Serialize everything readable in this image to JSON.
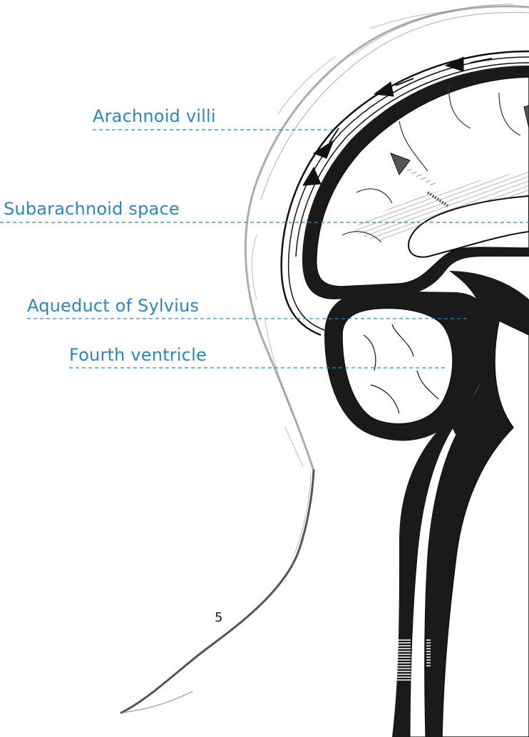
{
  "labels": {
    "arachnoid_villi": "Arachnoid villi",
    "subarachnoid_space": "Subarachnoid space",
    "aqueduct_of_sylvius": "Aqueduct of Sylvius",
    "fourth_ventricle": "Fourth ventricle"
  },
  "page_number": "5",
  "colors": {
    "label": "#2a86c4",
    "leader_line": "#2a86c4",
    "csf_fill": "#1a1a1a",
    "outline": "#111111",
    "hair_sketch": "#777777"
  }
}
